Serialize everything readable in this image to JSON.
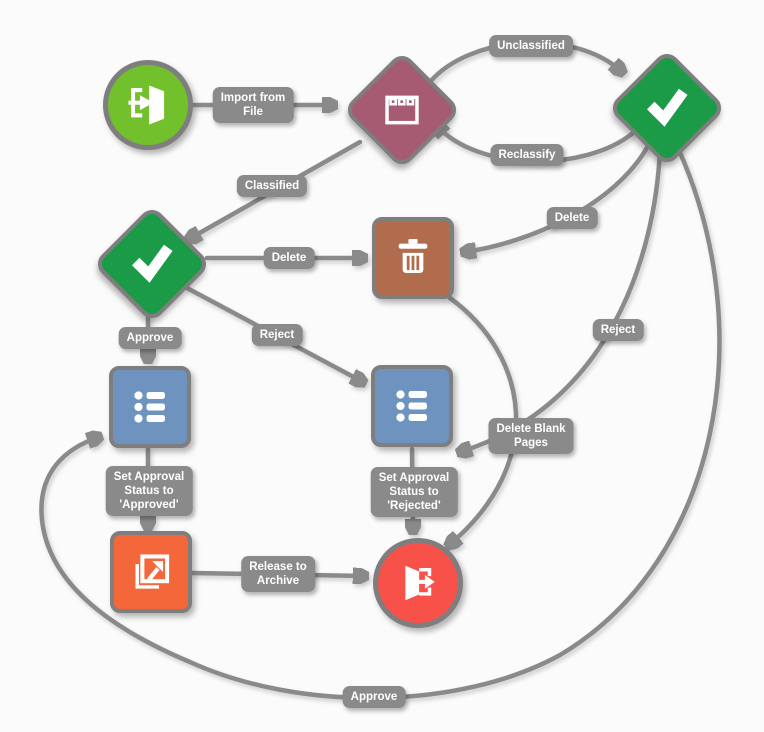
{
  "colors": {
    "background": "#fbfbfb",
    "edge": "#8a8a8a",
    "label_bg": "#8a8a8a",
    "label_text": "#ffffff",
    "node_border": "#7e7e7e",
    "import_green": "#72c02c",
    "classify_purple": "#a65b73",
    "check_green": "#1b9b47",
    "trash_brown": "#b06c4c",
    "list_blue": "#6e93bf",
    "release_orange": "#f4673a",
    "export_red": "#f8514a"
  },
  "nodes": [
    {
      "id": "import-start",
      "shape": "circle",
      "icon": "import-door-icon",
      "color": "#72c02c"
    },
    {
      "id": "classify",
      "shape": "diamond",
      "icon": "document-pages-icon",
      "color": "#a65b73"
    },
    {
      "id": "verify-top-right",
      "shape": "diamond",
      "icon": "checkmark-icon",
      "color": "#1b9b47"
    },
    {
      "id": "verify-left",
      "shape": "diamond",
      "icon": "checkmark-icon",
      "color": "#1b9b47"
    },
    {
      "id": "delete-documents",
      "shape": "square",
      "icon": "trash-icon",
      "color": "#b06c4c"
    },
    {
      "id": "index-approved",
      "shape": "square",
      "icon": "list-icon",
      "color": "#6e93bf"
    },
    {
      "id": "index-rejected",
      "shape": "square",
      "icon": "list-icon",
      "color": "#6e93bf"
    },
    {
      "id": "release",
      "shape": "square",
      "icon": "export-image-icon",
      "color": "#f4673a"
    },
    {
      "id": "archive-exit",
      "shape": "circle",
      "icon": "exit-door-icon",
      "color": "#f8514a"
    }
  ],
  "edge_labels": [
    {
      "id": "import-from-file",
      "text": "Import from\nFile"
    },
    {
      "id": "unclassified",
      "text": "Unclassified"
    },
    {
      "id": "reclassify",
      "text": "Reclassify"
    },
    {
      "id": "classified",
      "text": "Classified"
    },
    {
      "id": "delete-left",
      "text": "Delete"
    },
    {
      "id": "delete-right",
      "text": "Delete"
    },
    {
      "id": "approve-left",
      "text": "Approve"
    },
    {
      "id": "reject-left",
      "text": "Reject"
    },
    {
      "id": "reject-right",
      "text": "Reject"
    },
    {
      "id": "delete-blank-pages",
      "text": "Delete Blank\nPages"
    },
    {
      "id": "set-approved",
      "text": "Set Approval\nStatus to\n'Approved'"
    },
    {
      "id": "set-rejected",
      "text": "Set Approval\nStatus to\n'Rejected'"
    },
    {
      "id": "release-to-archive",
      "text": "Release to\nArchive"
    },
    {
      "id": "approve-bottom",
      "text": "Approve"
    }
  ]
}
